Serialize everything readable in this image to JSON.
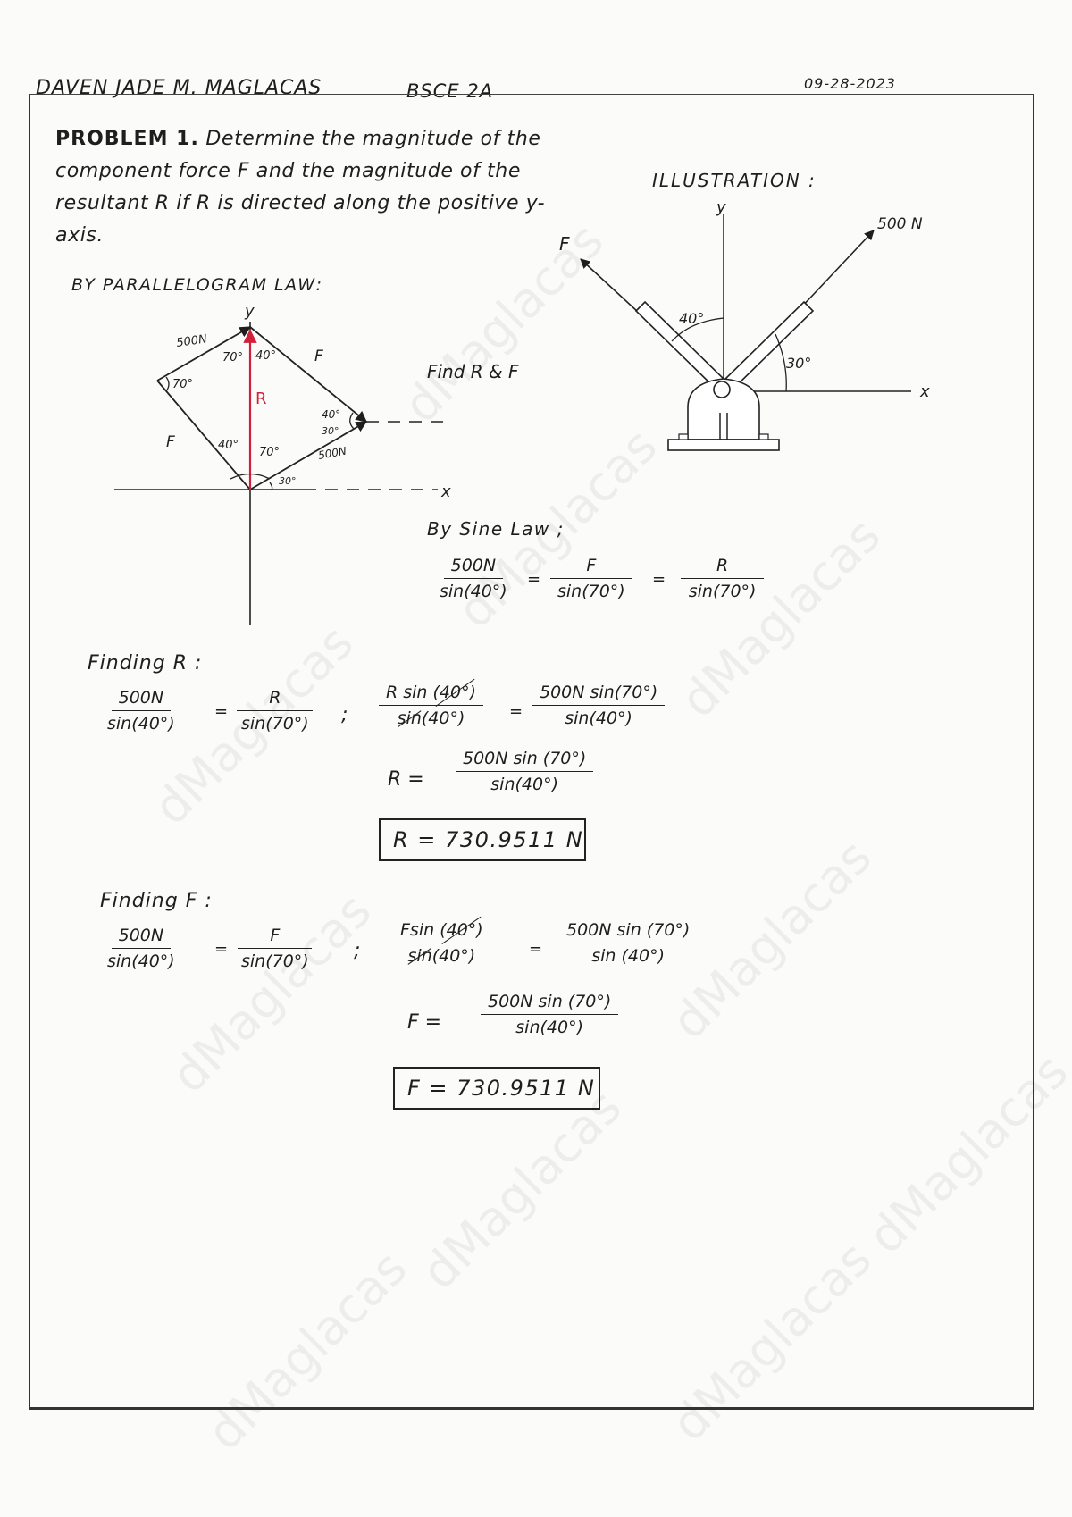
{
  "header": {
    "name": "DAVEN JADE M. MAGLACAS",
    "course": "BSCE 2A",
    "date": "09-28-2023"
  },
  "problem": {
    "label": "PROBLEM 1.",
    "text": "Determine the magnitude of the component force F and the magnitude of the resultant R if R is directed along the positive y-axis."
  },
  "parallelogram": {
    "title": "BY PARALLELOGRAM LAW:",
    "axis_y": "y",
    "axis_x": "x",
    "label_500n_top": "500N",
    "label_500n_bottom": "500N",
    "label_f_right": "F",
    "label_f_left": "F",
    "label_r": "R",
    "angle_70_top": "70°",
    "angle_40_top": "40°",
    "angle_70_left": "70°",
    "angle_40_right": "40°",
    "angle_30_right": "30°",
    "angle_40_bottom": "40°",
    "angle_70_bottom": "70°",
    "angle_30_bottom": "30°",
    "find_label": "Find R & F"
  },
  "illustration": {
    "title": "ILLUSTRATION :",
    "axis_y": "y",
    "axis_x": "x",
    "force_f": "F",
    "force_500": "500 N",
    "angle_40": "40°",
    "angle_30": "30°"
  },
  "sine_law": {
    "title": "By Sine Law ;",
    "t1_num": "500N",
    "t1_den": "sin(40°)",
    "t2_num": "F",
    "t2_den": "sin(70°)",
    "t3_num": "R",
    "t3_den": "sin(70°)",
    "eq": "="
  },
  "finding_r": {
    "title": "Finding R :",
    "a_num": "500N",
    "a_den": "sin(40°)",
    "b_num": "R",
    "b_den": "sin(70°)",
    "semicolon": ";",
    "c_num_prefix": "R sin",
    "c_num_struck": "(40°)",
    "c_den_struck": "sin",
    "c_den_rest": "(40°)",
    "d_num": "500N sin(70°)",
    "d_den": "sin(40°)",
    "r_label": "R =",
    "e_num": "500N sin (70°)",
    "e_den": "sin(40°)",
    "result": "R = 730.9511 N"
  },
  "finding_f": {
    "title": "Finding F :",
    "a_num": "500N",
    "a_den": "sin(40°)",
    "b_num": "F",
    "b_den": "sin(70°)",
    "semicolon": ";",
    "c_num_prefix": "Fsin",
    "c_num_struck": "(40°)",
    "c_den_struck": "sin",
    "c_den_rest": "(40°)",
    "d_num": "500N sin (70°)",
    "d_den": "sin (40°)",
    "f_label": "F =",
    "e_num": "500N sin (70°)",
    "e_den": "sin(40°)",
    "result": "F = 730.9511 N"
  },
  "watermark": "dMaglacas"
}
